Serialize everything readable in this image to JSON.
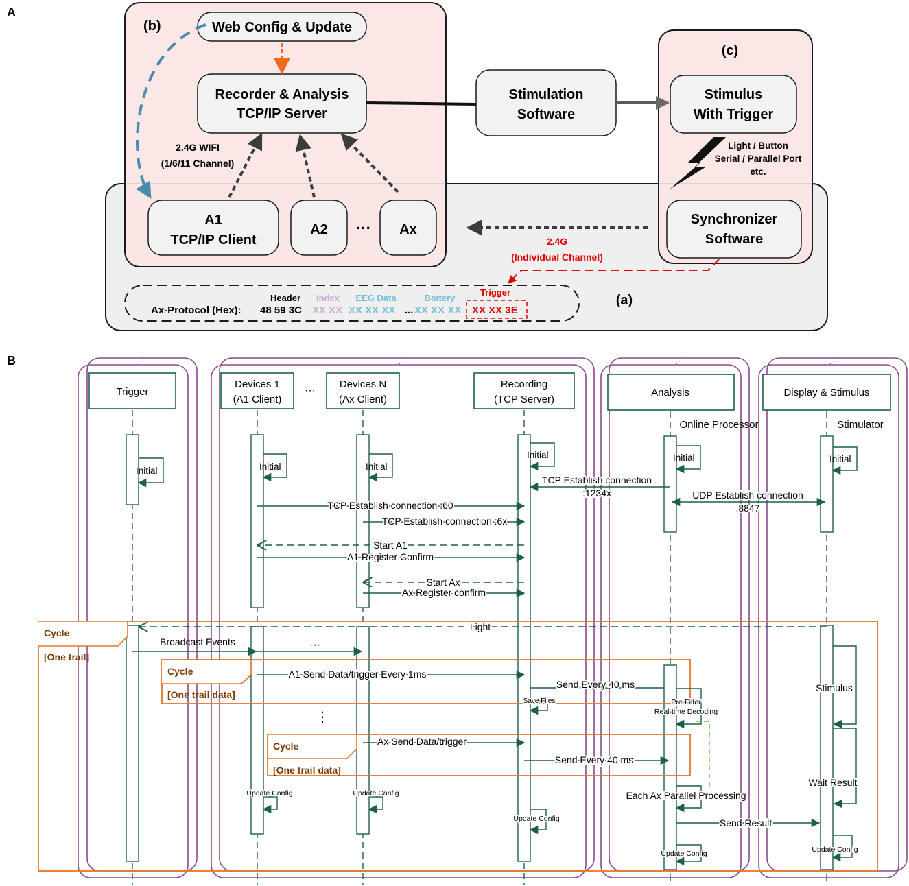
{
  "panel_a": {
    "label": "A",
    "sub_b": "(b)",
    "sub_c": "(c)",
    "sub_a": "(a)",
    "web_config": "Web Config & Update",
    "recorder_line1": "Recorder & Analysis",
    "recorder_line2": "TCP/IP Server",
    "stim_sw_line1": "Stimulation",
    "stim_sw_line2": "Software",
    "stimulus_line1": "Stimulus",
    "stimulus_line2": "With Trigger",
    "light_line1": "Light / Button",
    "light_line2": "Serial / Parallel Port",
    "light_line3": "etc.",
    "wifi_line1": "2.4G WIFI",
    "wifi_line2": "(1/6/11 Channel)",
    "a1_line1": "A1",
    "a1_line2": "TCP/IP Client",
    "a2": "A2",
    "ellipsis": "···",
    "ax": "Ax",
    "sync_line1": "Synchronizer",
    "sync_line2": "Software",
    "channel_line1": "2.4G",
    "channel_line2": "(Individual Channel)",
    "protocol_title": "Ax-Protocol (Hex):",
    "protocol_header_label": "Header",
    "protocol_header_value": "48 59 3C",
    "protocol_index_label": "Index",
    "protocol_index_value": "XX XX",
    "protocol_eeg_label": "EEG Data",
    "protocol_eeg_value": "XX XX XX",
    "protocol_dots": "...",
    "protocol_battery_label": "Battery",
    "protocol_battery_value": "XX XX XX",
    "protocol_trigger_label": "Trigger",
    "protocol_trigger_value": "XX XX 3E",
    "colors": {
      "pink_fill": "#fbe4e2",
      "gray_fill": "#efefef",
      "arrow_orange": "#ed6b1c",
      "arrow_blue": "#4a8bad",
      "arrow_dark": "#3c3c3c",
      "red": "#e00000",
      "index_purple": "#c8a8d8",
      "eeg_blue": "#6fc0d8"
    }
  },
  "panel_b": {
    "label": "B",
    "trigger": "Trigger",
    "devices1_line1": "Devices 1",
    "devices1_line2": "(A1 Client)",
    "devices_dots": "···",
    "devicesN_line1": "Devices N",
    "devicesN_line2": "(Ax Client)",
    "recording_line1": "Recording",
    "recording_line2": "(TCP Server)",
    "analysis": "Analysis",
    "display": "Display & Stimulus",
    "online_processor": "Online Processor",
    "stimulator": "Stimulator",
    "initial": "Initial",
    "tcp_est_60": "TCP Establish connection :60",
    "tcp_est_6x": "TCP Establish connection :6x",
    "tcp_est_analysis_line1": "TCP Establish connection",
    "tcp_est_analysis_line2": ":1234x",
    "udp_est_line1": "UDP Establish connection",
    "udp_est_line2": ":8847",
    "start_a1": "Start A1",
    "a1_register": "A1 Register Confirm",
    "start_ax": "Start Ax",
    "ax_register": "Ax Register confirm",
    "light": "Light",
    "cycle": "Cycle",
    "one_trail": "[One trail]",
    "broadcast": "Broadcast Events",
    "bcast_dots": "···",
    "one_trail_data": "[One trail data]",
    "a1_send": "A1 Send Data/trigger Every 1ms",
    "send_40ms": "Send Every 40 ms",
    "save_files": "Save Files",
    "pre_filter": "Pre-Filter",
    "realtime": "Real-time Decoding",
    "vdots": "⋮",
    "ax_send": "Ax Send Data/trigger",
    "stimulus": "Stimulus",
    "wait_result": "Wait Result",
    "update_config": "Update Config",
    "each_ax": "Each Ax Parallel Processing",
    "send_result": "Send Result",
    "top_dots": "⋰",
    "colors": {
      "teal": "#1e5e4e",
      "purple": "#8a4a8e",
      "orange": "#e5772b",
      "cycle_text": "#7a3a00",
      "green_dash": "#5fbf3a"
    }
  }
}
